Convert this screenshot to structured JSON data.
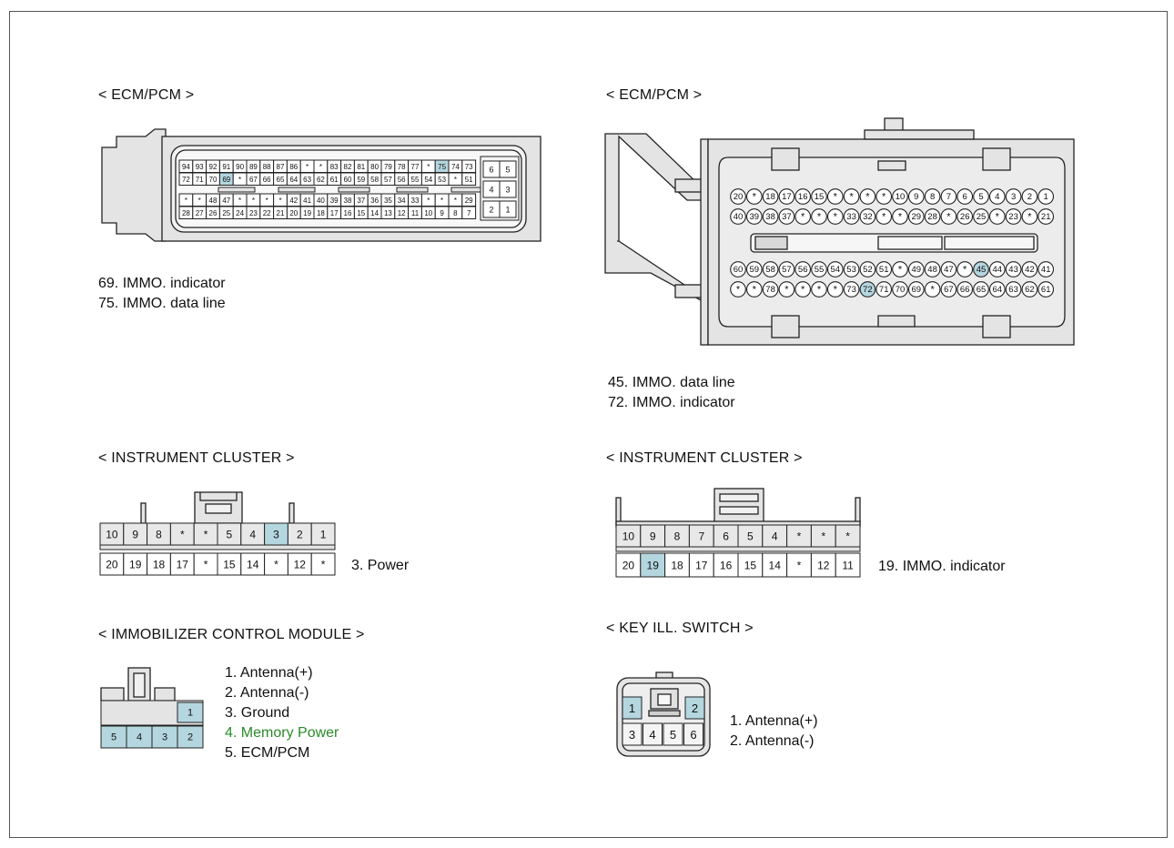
{
  "colors": {
    "highlight": "#b4d6df",
    "body": "#e4e4e4",
    "green": "#2a8a2a"
  },
  "ecm_left": {
    "title": "< ECM/PCM >",
    "notes": [
      "69. IMMO. indicator",
      "75. IMMO. data line"
    ],
    "rows": [
      [
        "94",
        "93",
        "92",
        "91",
        "90",
        "89",
        "88",
        "87",
        "86",
        "*",
        "*",
        "83",
        "82",
        "81",
        "80",
        "79",
        "78",
        "77",
        "*",
        "75",
        "74",
        "73"
      ],
      [
        "72",
        "71",
        "70",
        "69",
        "*",
        "67",
        "66",
        "65",
        "64",
        "63",
        "62",
        "61",
        "60",
        "59",
        "58",
        "57",
        "56",
        "55",
        "54",
        "53",
        "*",
        "51"
      ],
      [
        "*",
        "*",
        "48",
        "47",
        "*",
        "*",
        "*",
        "*",
        "42",
        "41",
        "40",
        "39",
        "38",
        "37",
        "36",
        "35",
        "34",
        "33",
        "*",
        "*",
        "*",
        "29"
      ],
      [
        "28",
        "27",
        "26",
        "25",
        "24",
        "23",
        "22",
        "21",
        "20",
        "19",
        "18",
        "17",
        "16",
        "15",
        "14",
        "13",
        "12",
        "11",
        "10",
        "9",
        "8",
        "7"
      ]
    ],
    "side": [
      "6",
      "5",
      "4",
      "3",
      "2",
      "1"
    ]
  },
  "ecm_right": {
    "title": "< ECM/PCM >",
    "notes": [
      "45. IMMO. data line",
      "72. IMMO. indicator"
    ],
    "rows": [
      [
        "20",
        "*",
        "18",
        "17",
        "16",
        "15",
        "*",
        "*",
        "*",
        "*",
        "10",
        "9",
        "8",
        "7",
        "6",
        "5",
        "4",
        "3",
        "2",
        "1"
      ],
      [
        "40",
        "39",
        "38",
        "37",
        "*",
        "*",
        "*",
        "33",
        "32",
        "*",
        "*",
        "29",
        "28",
        "*",
        "26",
        "25",
        "*",
        "23",
        "*",
        "21"
      ],
      [
        "60",
        "59",
        "58",
        "57",
        "56",
        "55",
        "54",
        "53",
        "52",
        "51",
        "*",
        "49",
        "48",
        "47",
        "*",
        "45",
        "44",
        "43",
        "42",
        "41"
      ],
      [
        "*",
        "*",
        "78",
        "*",
        "*",
        "*",
        "*",
        "73",
        "72",
        "71",
        "70",
        "69",
        "*",
        "67",
        "66",
        "65",
        "64",
        "63",
        "62",
        "61"
      ]
    ]
  },
  "cluster_left": {
    "title": "< INSTRUMENT CLUSTER >",
    "note": "3. Power",
    "top": [
      "10",
      "9",
      "8",
      "*",
      "*",
      "5",
      "4",
      "3",
      "2",
      "1"
    ],
    "bottom": [
      "20",
      "19",
      "18",
      "17",
      "*",
      "15",
      "14",
      "*",
      "12",
      "*"
    ]
  },
  "cluster_right": {
    "title": "< INSTRUMENT CLUSTER >",
    "note": "19. IMMO. indicator",
    "top": [
      "10",
      "9",
      "8",
      "7",
      "6",
      "5",
      "4",
      "*",
      "*",
      "*"
    ],
    "bottom": [
      "20",
      "19",
      "18",
      "17",
      "16",
      "15",
      "14",
      "*",
      "12",
      "11"
    ]
  },
  "immobilizer": {
    "title": "< IMMOBILIZER CONTROL MODULE >",
    "pins_top": [
      "1"
    ],
    "pins_bottom": [
      "5",
      "4",
      "3",
      "2"
    ],
    "notes": [
      "1. Antenna(+)",
      "2. Antenna(-)",
      "3. Ground",
      "4. Memory Power",
      "5. ECM/PCM"
    ]
  },
  "key_switch": {
    "title": "< KEY ILL. SWITCH >",
    "pins": [
      "1",
      "2",
      "3",
      "4",
      "5",
      "6"
    ],
    "notes": [
      "1. Antenna(+)",
      "2. Antenna(-)"
    ]
  }
}
